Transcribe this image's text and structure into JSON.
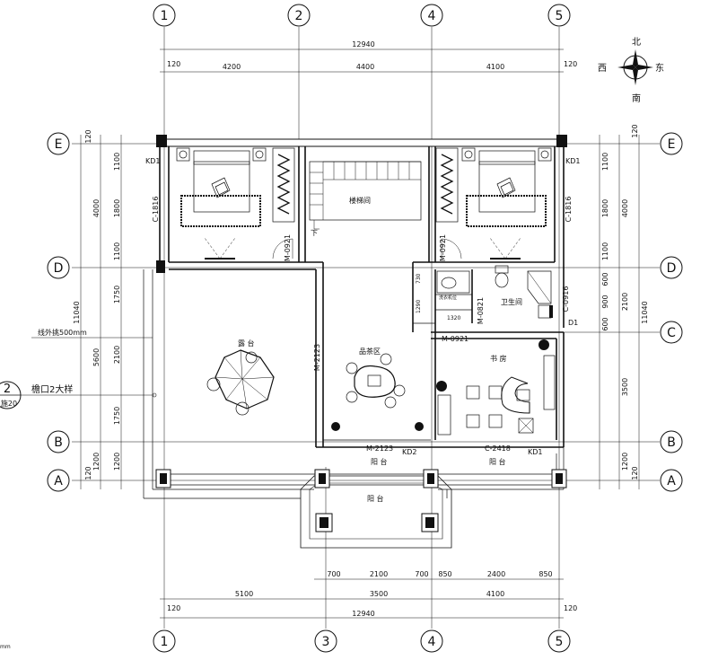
{
  "axes": {
    "top": [
      "1",
      "2",
      "4",
      "5"
    ],
    "bottom": [
      "1",
      "3",
      "4",
      "5"
    ],
    "left": [
      "E",
      "D",
      "B",
      "A"
    ],
    "right": [
      "E",
      "D",
      "C",
      "B",
      "A"
    ]
  },
  "compass": {
    "north": "北",
    "west": "西",
    "east": "东",
    "south": "南"
  },
  "dims_top": {
    "total": "12940",
    "offset_left": "120",
    "offset_right": "120",
    "seg1": "4200",
    "seg2": "4400",
    "seg3": "4100"
  },
  "dims_bottom": {
    "detail": [
      "700",
      "2100",
      "700",
      "850",
      "2400",
      "850"
    ],
    "seg1": "5100",
    "seg2": "3500",
    "seg3": "4100",
    "offset_left": "120",
    "offset_right": "120",
    "total": "12940"
  },
  "dims_left": {
    "inner": [
      "1100",
      "1800",
      "1100",
      "1750",
      "2100",
      "1750",
      "1200"
    ],
    "outer": [
      "4000",
      "5600",
      "1200"
    ],
    "total": "11040",
    "top_offset": "120",
    "bottom_offset": "120"
  },
  "dims_right": {
    "inner": [
      "1100",
      "1800",
      "1100",
      "600",
      "900",
      "600",
      "3500",
      "1200"
    ],
    "mid": "2100",
    "outer": "4000",
    "total": "11040",
    "top_offset": "120",
    "bottom_offset": "120"
  },
  "rooms": {
    "stair": "楼梯间",
    "down": "下",
    "terrace": "露 台",
    "tea": "品茶区",
    "bath": "卫生间",
    "study": "书 房",
    "balcony_left": "阳 台",
    "balcony_right": "阳 台",
    "balcony_front": "阳 台",
    "washroom": "洗衣机位"
  },
  "labels": {
    "kd1_tl": "KD1",
    "kd1_tr": "KD1",
    "kd1_b": "KD1",
    "kd2": "KD2",
    "d1": "D1",
    "c1816_left": "C-1816",
    "c1816_right": "C-1816",
    "m0921_left": "M-0921",
    "m0921_right": "M-0921",
    "m2123_v": "M-2123",
    "m2123_h": "M-2123",
    "m0921_study": "M-0921",
    "m0821": "M-0821",
    "c0916": "C-0916",
    "c2418": "C-2418",
    "d730": "730",
    "d1290": "1290",
    "d1320": "1320",
    "outline_note": "线外挑500mm",
    "eave_note": "檐口2大样",
    "callout_num": "2",
    "callout_sheet": "施20",
    "corner_note": "mm"
  }
}
